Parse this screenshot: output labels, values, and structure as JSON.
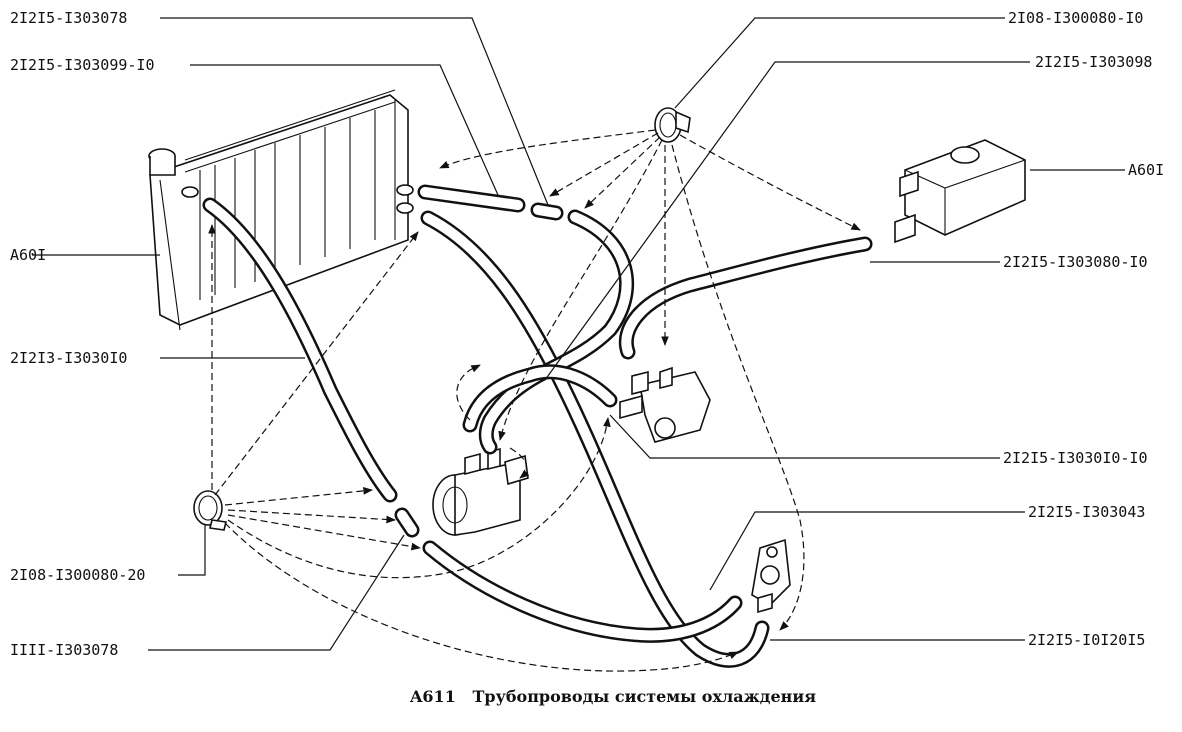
{
  "caption": "A611   Трубопроводы системы охлаждения",
  "labels": {
    "l1": "2I2I5-I303078",
    "l2": "2I2I5-I303099-I0",
    "l3": "A60I",
    "l4": "2I2I3-I3030I0",
    "l5": "2I08-I300080-20",
    "l6": "IIII-I303078",
    "r1": "2I08-I300080-I0",
    "r2": "2I2I5-I303098",
    "r3": "A60I",
    "r4": "2I2I5-I303080-I0",
    "r5": "2I2I5-I3030I0-I0",
    "r6": "2I2I5-I303043",
    "r7": "2I2I5-I0I20I5"
  }
}
